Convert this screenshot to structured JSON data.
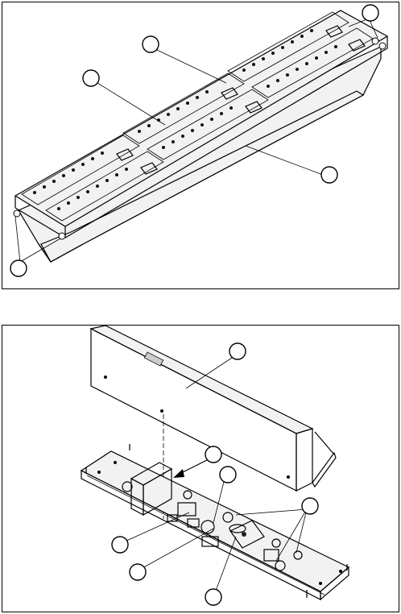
{
  "figure_top": {
    "callouts": [
      {
        "id": "callout-top-right",
        "label": ""
      },
      {
        "id": "callout-top-upper",
        "label": ""
      },
      {
        "id": "callout-top-left",
        "label": ""
      },
      {
        "id": "callout-top-body",
        "label": ""
      },
      {
        "id": "callout-top-feet",
        "label": ""
      }
    ]
  },
  "figure_bottom": {
    "callouts": [
      {
        "id": "callout-bottom-cover",
        "label": ""
      },
      {
        "id": "callout-bottom-arrow",
        "label": ""
      },
      {
        "id": "callout-bottom-board",
        "label": ""
      },
      {
        "id": "callout-bottom-right",
        "label": ""
      },
      {
        "id": "callout-bottom-left",
        "label": ""
      },
      {
        "id": "callout-bottom-lower",
        "label": ""
      },
      {
        "id": "callout-bottom-base",
        "label": ""
      }
    ]
  }
}
